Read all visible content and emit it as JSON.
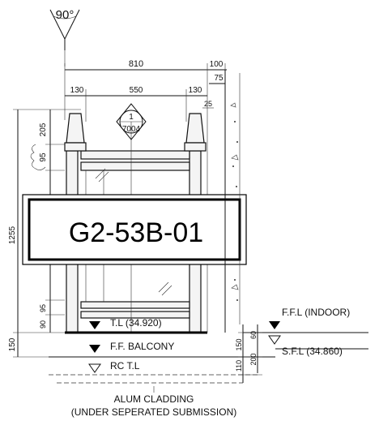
{
  "view_angle": "90°",
  "dimensions": {
    "top_overall": "810",
    "top_right": "100",
    "top_right_inner": "75",
    "left_margin": "130",
    "center_width": "550",
    "right_margin": "130",
    "small_25": "25",
    "vertical_205": "205",
    "vertical_95_top": "95",
    "vertical_1255": "1255",
    "vertical_95_low": "95",
    "vertical_90": "90",
    "vertical_150_left": "150",
    "right_60": "60",
    "right_150": "150",
    "right_110": "110",
    "right_200": "200"
  },
  "callout": {
    "number": "1",
    "sheet": "7004"
  },
  "sign_tag": "G2-53B-01",
  "levels": {
    "top_level": "T.L (34.920)",
    "balcony": "F.F. BALCONY",
    "rc": "RC T.L",
    "ffl_indoor": "F.F.L (INDOOR)",
    "sfl": "S.F.L (34.860)"
  },
  "note": {
    "line1": "ALUM CLADDING",
    "line2": "(UNDER SEPERATED SUBMISSION)"
  }
}
